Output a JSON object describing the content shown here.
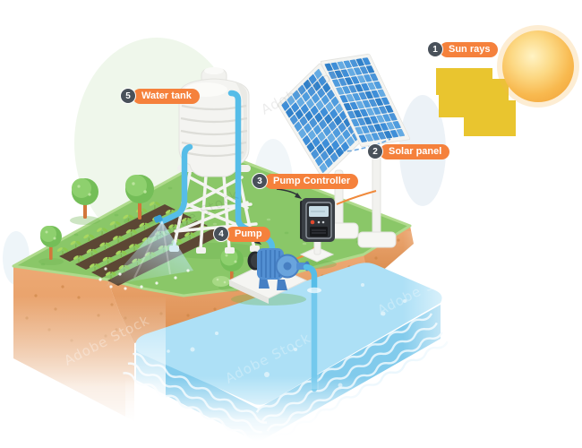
{
  "diagram": {
    "labels": [
      {
        "number": "1",
        "text": "Sun rays"
      },
      {
        "number": "2",
        "text": "Solar panel"
      },
      {
        "number": "3",
        "text": "Pump Controller"
      },
      {
        "number": "4",
        "text": "Pump"
      },
      {
        "number": "5",
        "text": "Water tank"
      }
    ],
    "watermark": {
      "text": "Adobe Stock"
    },
    "colors": {
      "label-pill": "#F5813C",
      "label-badge": "#49515A",
      "label-text": "#FFFFFF",
      "sun-core": "#FFE9A8",
      "sun-edge": "#F5A733",
      "sun-rays": "#E9C52F",
      "panel-frame": "#F4F4F1",
      "pipe-blue": "#56BDE8",
      "grass-green": "#8AC768",
      "grass-edge": "#AFDA8C",
      "soil-light": "#EDA974",
      "soil-dark": "#DB8E51",
      "water-surface": "#ADE0F6",
      "water-side": "#82CBEC",
      "pump-blue": "#5390D3",
      "controller-dark": "#3A3F45",
      "tank-white": "#F4F4F1",
      "wire-orange": "#F08A3C",
      "panel_cell_palette": [
        "#3E8ED8",
        "#4F9CDE",
        "#3080C9",
        "#65ABE3",
        "#4A94D8"
      ]
    }
  }
}
